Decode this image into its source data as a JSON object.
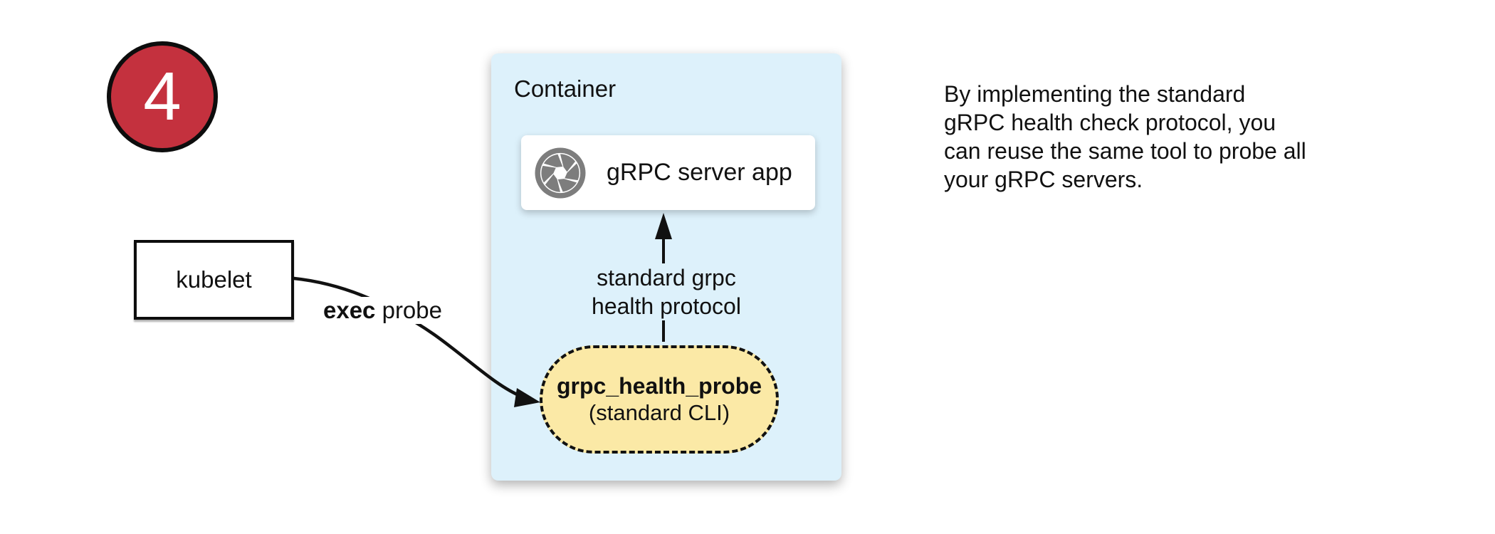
{
  "badge": {
    "number": "4"
  },
  "kubelet_box": {
    "label": "kubelet"
  },
  "edges": {
    "exec_probe": {
      "bold": "exec",
      "normal": " probe"
    },
    "health_protocol": {
      "line1": "standard grpc",
      "line2": "health protocol"
    }
  },
  "container": {
    "title": "Container",
    "server_card": {
      "label": "gRPC server app",
      "icon": "grpc-aperture-icon"
    },
    "probe_pill": {
      "title": "grpc_health_probe",
      "subtitle": "(standard CLI)"
    }
  },
  "note": {
    "lines": [
      "By implementing the standard",
      "gRPC health check protocol, you",
      "can reuse the same tool to probe all",
      "your gRPC servers."
    ]
  },
  "colors": {
    "badge_red": "#c4313e",
    "container_blue": "#ddf1fb",
    "pill_yellow": "#fbe9a6",
    "icon_gray": "#7d7d7d",
    "line_black": "#111111"
  }
}
